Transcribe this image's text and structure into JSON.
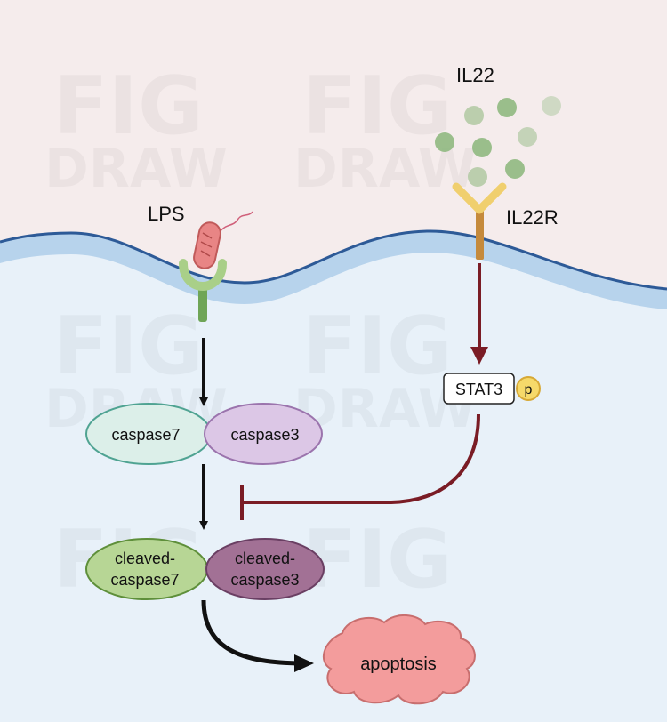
{
  "ligands": {
    "lps": "LPS",
    "il22": "IL22",
    "il22r": "IL22R"
  },
  "signaling": {
    "stat3": "STAT3",
    "phospho": "p"
  },
  "caspases": {
    "caspase7": "caspase7",
    "caspase3": "caspase3",
    "cleaved_caspase7_line1": "cleaved-",
    "cleaved_caspase7_line2": "caspase7",
    "cleaved_caspase3_line1": "cleaved-",
    "cleaved_caspase3_line2": "caspase3"
  },
  "outcome": {
    "apoptosis": "apoptosis"
  },
  "watermark": {
    "line1": "FIG",
    "line2": "DRAW"
  },
  "colors": {
    "extracellular": "#f5ecec",
    "cytoplasm": "#e8f1f9",
    "membrane": "#b7d3ec",
    "membrane_edge": "#2d5a97",
    "arrow_black": "#111111",
    "arrow_inhibit": "#7a1c25",
    "caspase7": "#dcefe9",
    "caspase3": "#dcc7e6",
    "cleaved_caspase7": "#b7d695",
    "cleaved_caspase3": "#a27195",
    "apoptosis": "#f39c9c",
    "il22_dot": "#8ab67a",
    "il22r_head": "#f0cf6e",
    "il22r_stem": "#c58a3c",
    "tlr4_head": "#a9cf88",
    "tlr4_stem": "#6fa557",
    "phospho_badge": "#f6d96a"
  }
}
